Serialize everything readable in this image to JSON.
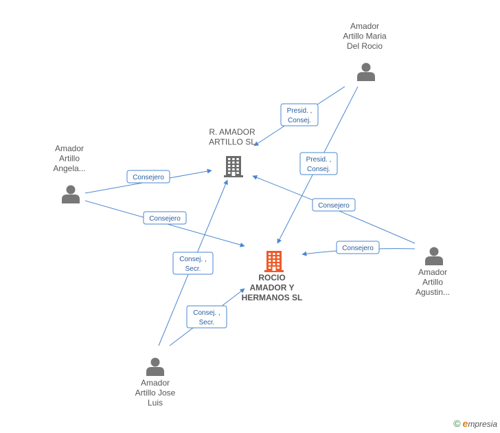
{
  "diagram": {
    "nodes": [
      {
        "id": "rocio",
        "type": "company",
        "main": true,
        "lines": [
          "ROCIO",
          "AMADOR Y",
          "HERMANOS SL"
        ]
      },
      {
        "id": "ramador",
        "type": "company",
        "main": false,
        "lines": [
          "R. AMADOR",
          "ARTILLO SL"
        ]
      },
      {
        "id": "maria",
        "type": "person",
        "lines": [
          "Amador",
          "Artillo Maria",
          "Del Rocio"
        ]
      },
      {
        "id": "angela",
        "type": "person",
        "lines": [
          "Amador",
          "Artillo",
          "Angela..."
        ]
      },
      {
        "id": "agustin",
        "type": "person",
        "lines": [
          "Amador",
          "Artillo",
          "Agustin..."
        ]
      },
      {
        "id": "jose",
        "type": "person",
        "lines": [
          "Amador",
          "Artillo Jose",
          "Luis"
        ]
      }
    ],
    "edges": [
      {
        "from": "maria",
        "to": "ramador",
        "label": [
          "Presid. ,",
          "Consej."
        ]
      },
      {
        "from": "maria",
        "to": "rocio",
        "label": [
          "Presid. ,",
          "Consej."
        ]
      },
      {
        "from": "angela",
        "to": "ramador",
        "label": [
          "Consejero"
        ]
      },
      {
        "from": "angela",
        "to": "rocio",
        "label": [
          "Consejero"
        ]
      },
      {
        "from": "agustin",
        "to": "ramador",
        "label": [
          "Consejero"
        ]
      },
      {
        "from": "agustin",
        "to": "rocio",
        "label": [
          "Consejero"
        ]
      },
      {
        "from": "jose",
        "to": "ramador",
        "label": [
          "Consej. ,",
          "Secr."
        ]
      },
      {
        "from": "jose",
        "to": "rocio",
        "label": [
          "Consej. ,",
          "Secr."
        ]
      }
    ]
  },
  "colors": {
    "edge": "#4a86d0",
    "edge_text": "#2a5d9c",
    "person_icon": "#777777",
    "company_icon": "#6b6b6b",
    "main_company_icon": "#f05a28"
  },
  "footer": {
    "copyright_symbol": "©",
    "brand_first": "e",
    "brand_rest": "mpresia"
  }
}
